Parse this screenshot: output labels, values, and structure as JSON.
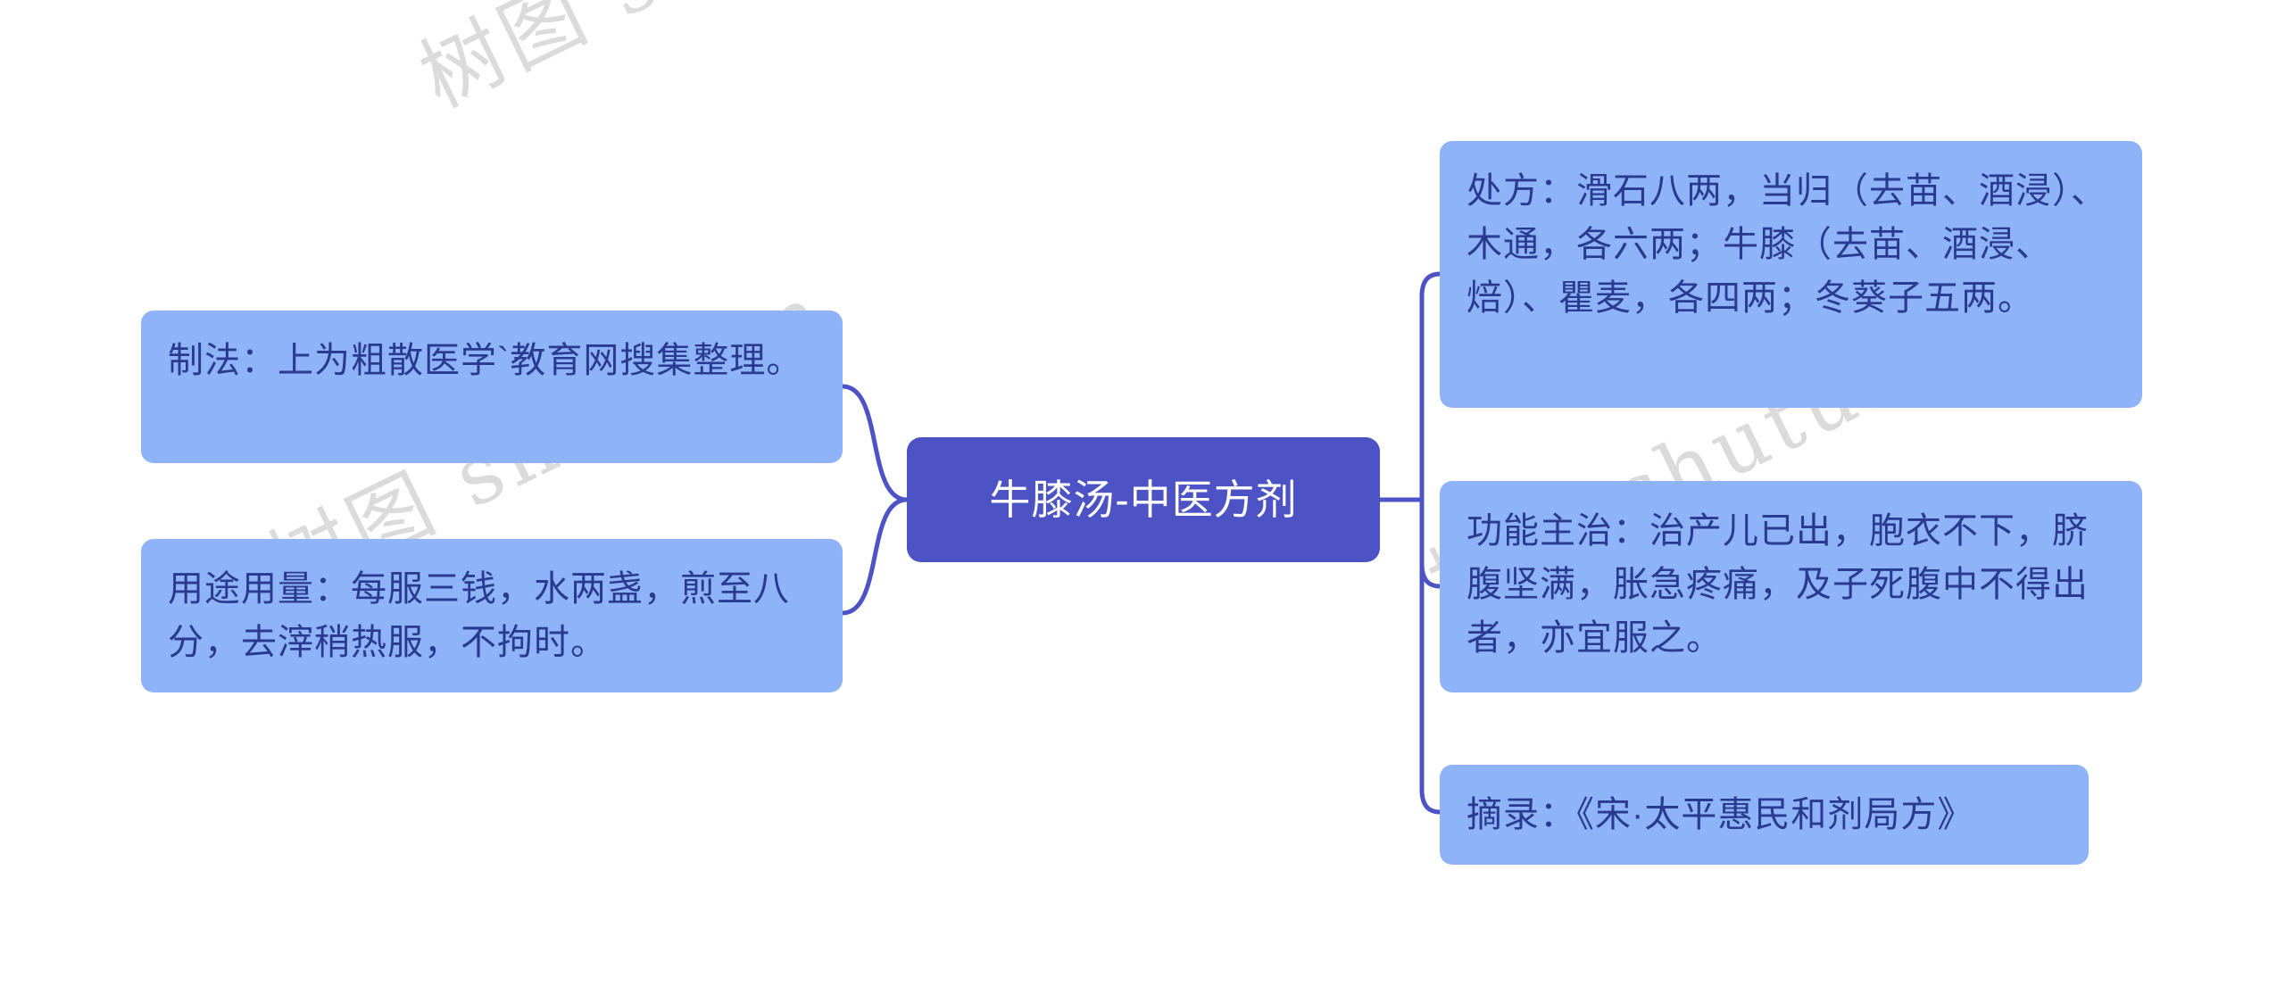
{
  "page": {
    "title": "牛膝汤-中医方剂"
  },
  "colors": {
    "central_bg": "#4d53c4",
    "branch_bg": "#8fb3f8",
    "branch_text": "#2b3a91",
    "connector": "#4d53c4",
    "watermark_text_color": "#bebebe",
    "background": "#ffffff"
  },
  "central": {
    "label": "牛膝汤-中医方剂"
  },
  "left_nodes": [
    {
      "id": "preparation",
      "text": "制法：上为粗散医学`教育网搜集整理。"
    },
    {
      "id": "usage-dosage",
      "text": "用途用量：每服三钱，水两盏，煎至八分，去滓稍热服，不拘时。"
    }
  ],
  "right_nodes": [
    {
      "id": "prescription",
      "text": "处方：滑石八两，当归（去苗、酒浸）、木通，各六两；牛膝（去苗、酒浸、焙）、瞿麦，各四两；冬葵子五两。"
    },
    {
      "id": "functions-indications",
      "text": "功能主治：治产儿已出，胞衣不下，脐腹坚满，胀急疼痛，及子死腹中不得出者，亦宜服之。"
    },
    {
      "id": "source",
      "text": "摘录：《宋·太平惠民和剂局方》"
    }
  ],
  "watermark": {
    "text": "树图 shutu.cn"
  }
}
